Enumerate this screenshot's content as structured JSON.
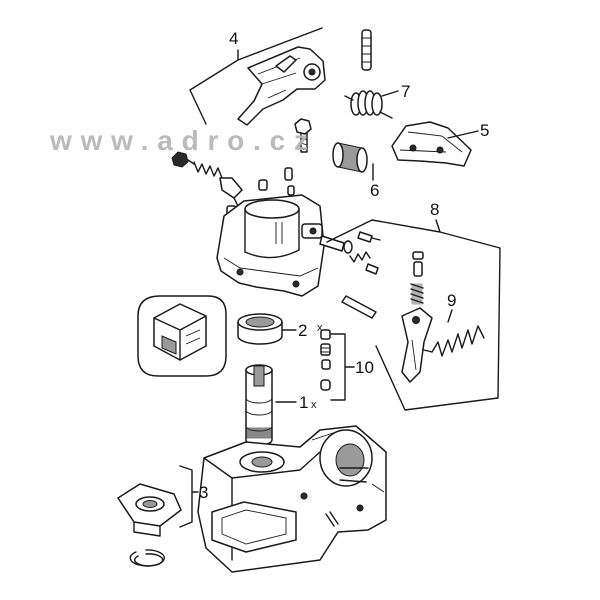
{
  "watermark": {
    "text": "www.adro.cz"
  },
  "callouts": {
    "part_1": "1",
    "part_1_qty": "x",
    "part_2": "2",
    "part_2_qty": "x",
    "part_3": "3",
    "part_4": "4",
    "part_5": "5",
    "part_6": "6",
    "part_7": "7",
    "part_8": "8",
    "part_9": "9",
    "part_10": "10"
  },
  "colors": {
    "line": "#1a1a1a",
    "watermark": "#b3b3b3",
    "background": "#ffffff"
  }
}
